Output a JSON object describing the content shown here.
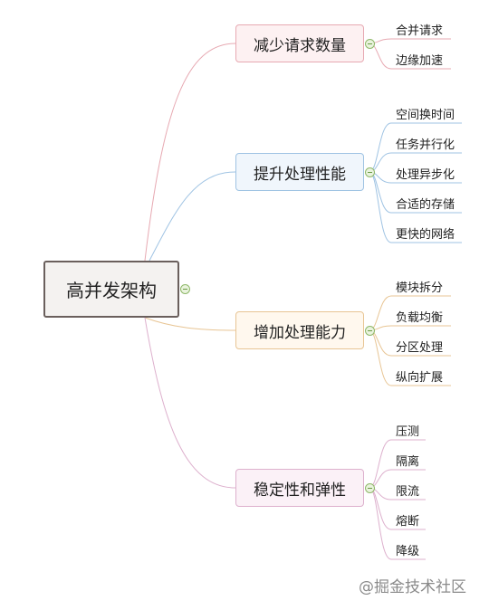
{
  "root": {
    "label": "高并发架构"
  },
  "branches": [
    {
      "label": "减少请求数量",
      "color": "#e7a9b2",
      "children": [
        "合并请求",
        "边缘加速"
      ]
    },
    {
      "label": "提升处理性能",
      "color": "#9fc3e3",
      "children": [
        "空间换时间",
        "任务并行化",
        "处理异步化",
        "合适的存储",
        "更快的网络"
      ]
    },
    {
      "label": "增加处理能力",
      "color": "#e8c594",
      "children": [
        "模块拆分",
        "负载均衡",
        "分区处理",
        "纵向扩展"
      ]
    },
    {
      "label": "稳定性和弹性",
      "color": "#ddb0cd",
      "children": [
        "压测",
        "隔离",
        "限流",
        "熔断",
        "降级"
      ]
    }
  ],
  "watermark": "@掘金技术社区"
}
